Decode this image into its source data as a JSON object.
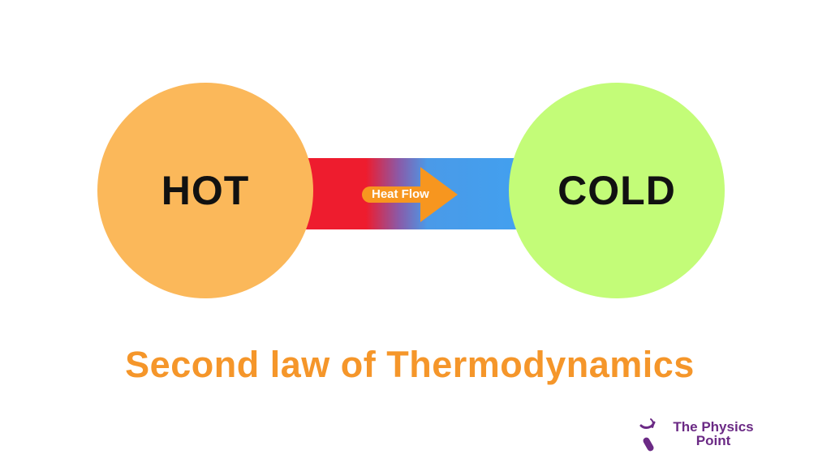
{
  "diagram": {
    "hot_label": "HOT",
    "cold_label": "COLD",
    "arrow_label": "Heat Flow",
    "title": "Second law of Thermodynamics",
    "colors": {
      "hot": "#fbb85a",
      "cold": "#c3fc78",
      "band_hot": "#ee1c2e",
      "band_cold": "#42a0ef",
      "arrow": "#f7961f",
      "title": "#f5962a"
    }
  },
  "logo": {
    "line1": "The Physics",
    "line2": "Point",
    "color": "#6b2a85"
  }
}
